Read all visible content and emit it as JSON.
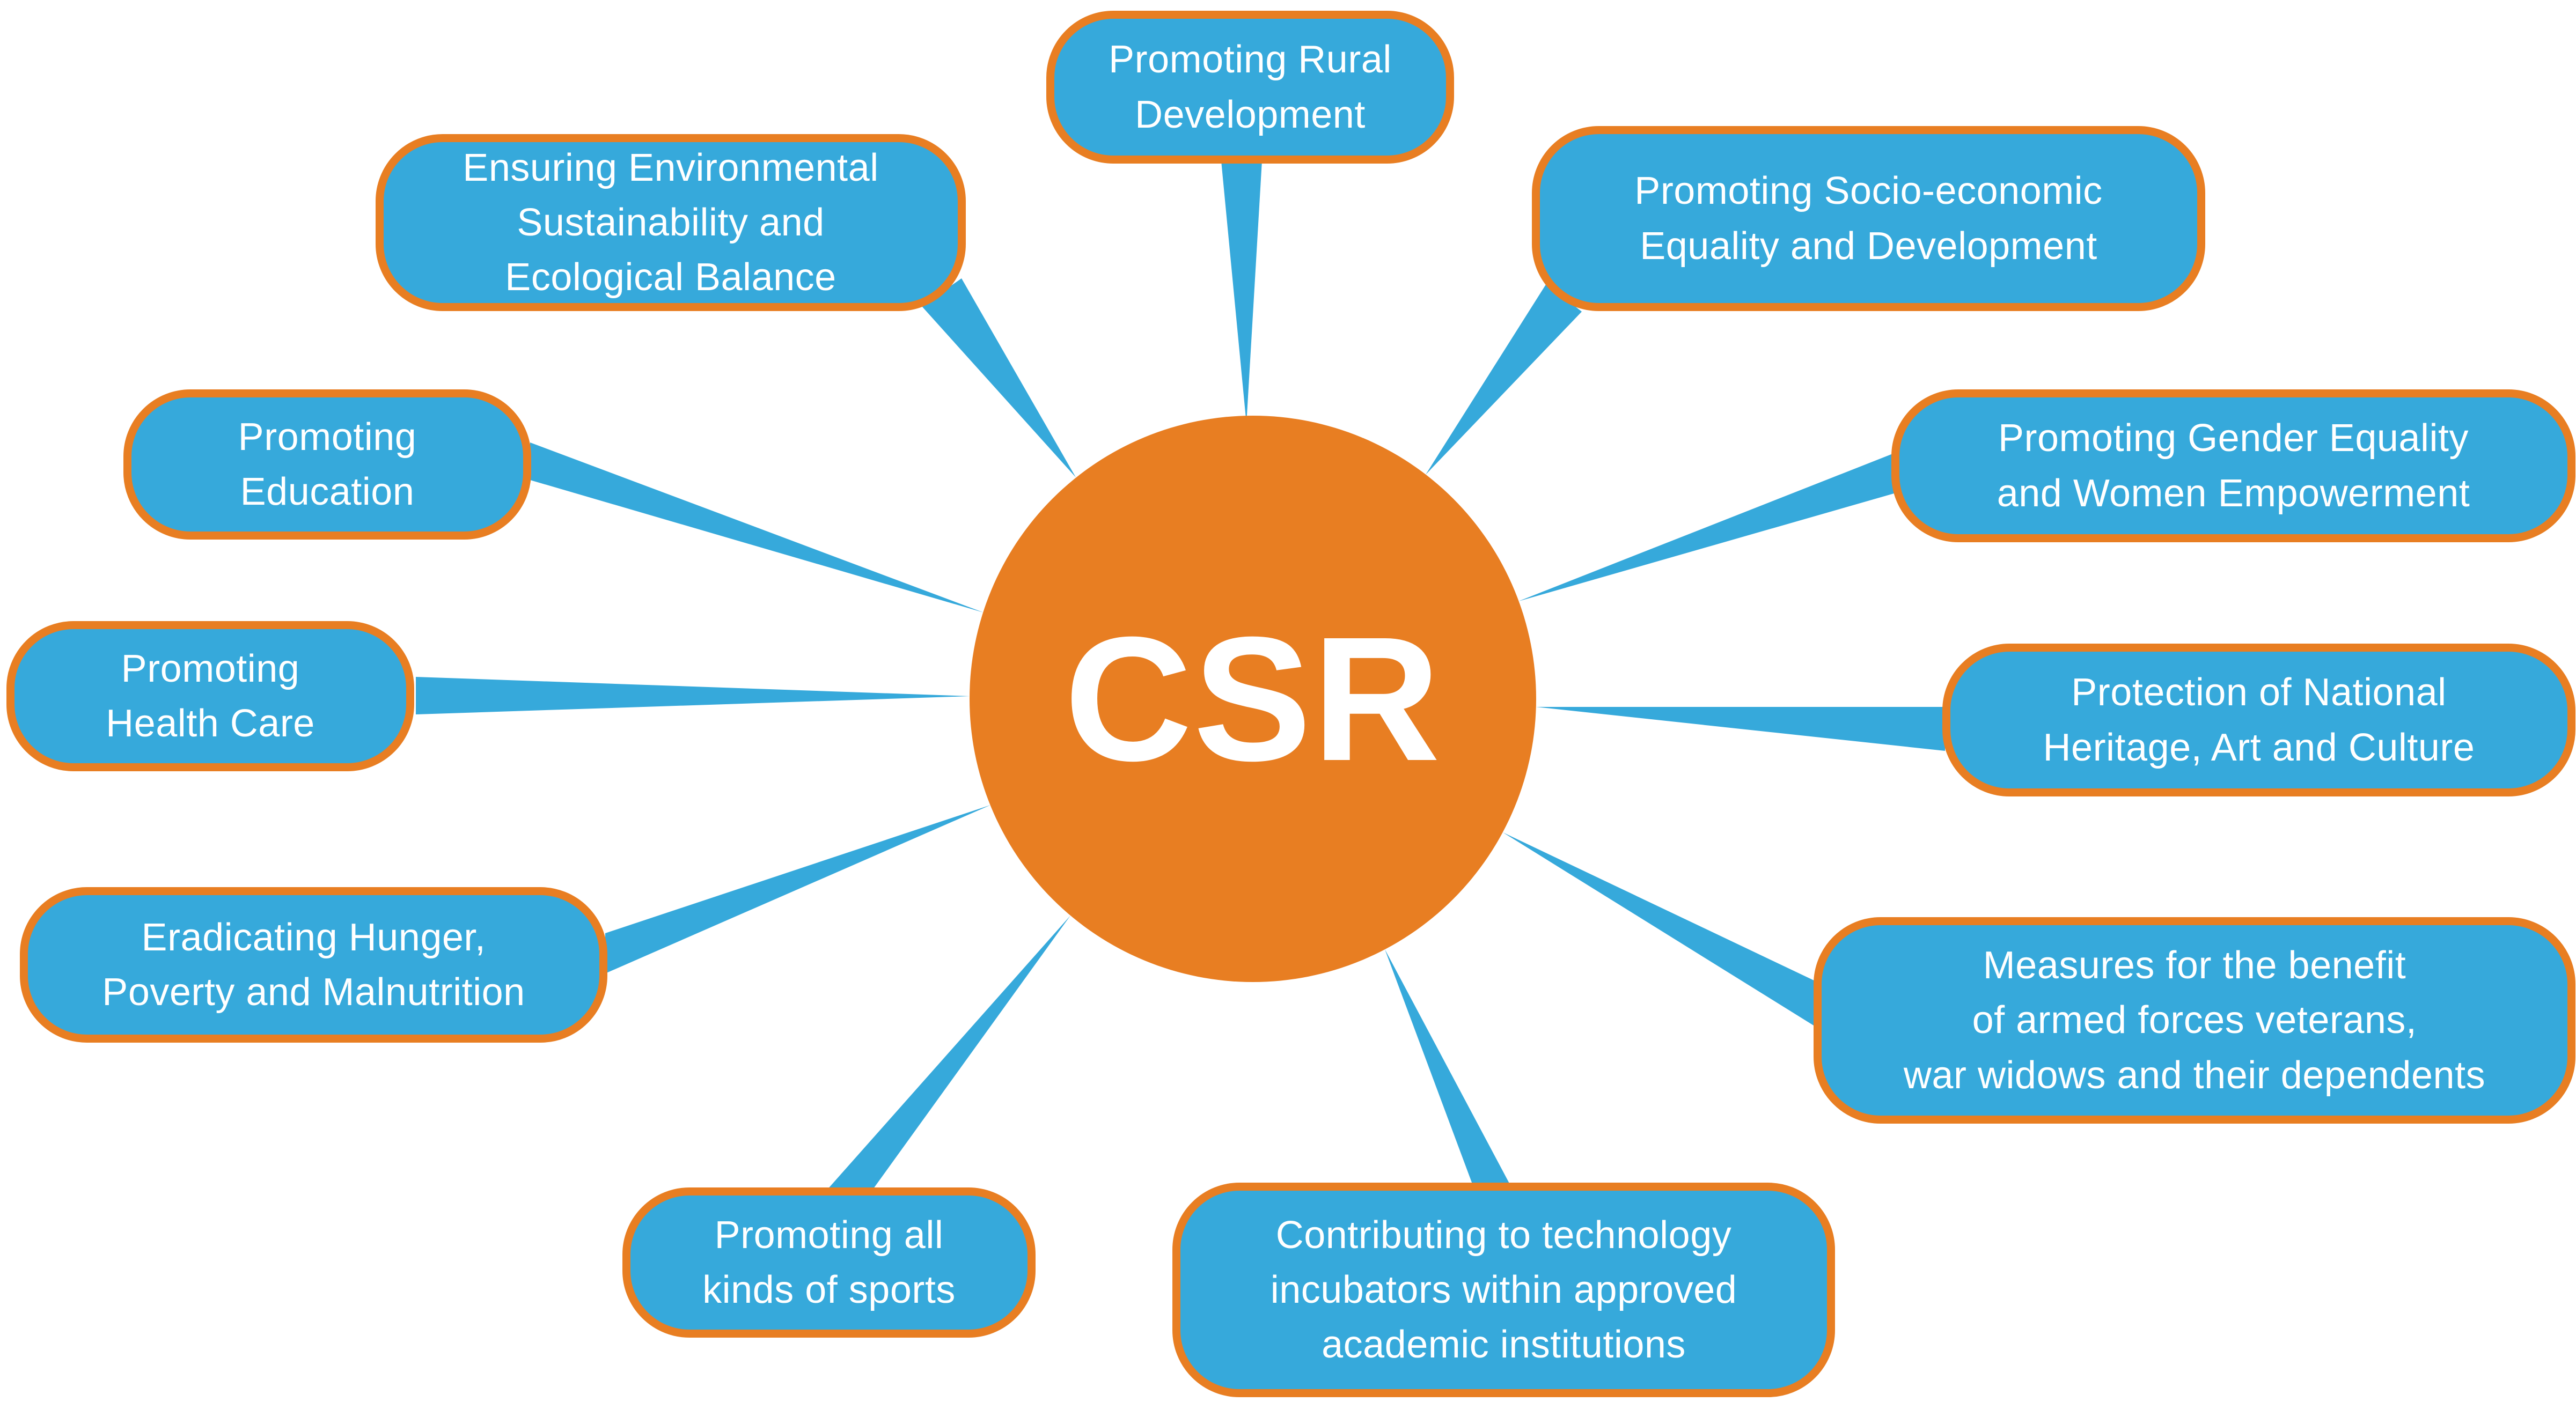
{
  "diagram": {
    "title": "CSR activities diagram",
    "center": {
      "label": "CSR"
    },
    "colors": {
      "bubble_fill": "#36A9DB",
      "bubble_border": "#E87E22",
      "center_fill": "#E87E22",
      "connector": "#36A9DB",
      "text": "#FFFFFF"
    },
    "bubbles": [
      {
        "id": "rural",
        "label": "Promoting Rural\nDevelopment"
      },
      {
        "id": "env",
        "label": "Ensuring Environmental\nSustainability and\nEcological Balance"
      },
      {
        "id": "edu",
        "label": "Promoting\nEducation"
      },
      {
        "id": "health",
        "label": "Promoting\nHealth Care"
      },
      {
        "id": "hunger",
        "label": "Eradicating Hunger,\nPoverty and Malnutrition"
      },
      {
        "id": "sports",
        "label": "Promoting all\nkinds of sports"
      },
      {
        "id": "tech",
        "label": "Contributing to technology\nincubators within approved\nacademic institutions"
      },
      {
        "id": "veterans",
        "label": "Measures for the benefit\nof armed forces veterans,\nwar widows and their dependents"
      },
      {
        "id": "heritage",
        "label": "Protection of National\nHeritage, Art and Culture"
      },
      {
        "id": "gender",
        "label": "Promoting Gender Equality\nand Women Empowerment"
      },
      {
        "id": "socio",
        "label": "Promoting Socio-economic\nEquality and Development"
      }
    ]
  }
}
